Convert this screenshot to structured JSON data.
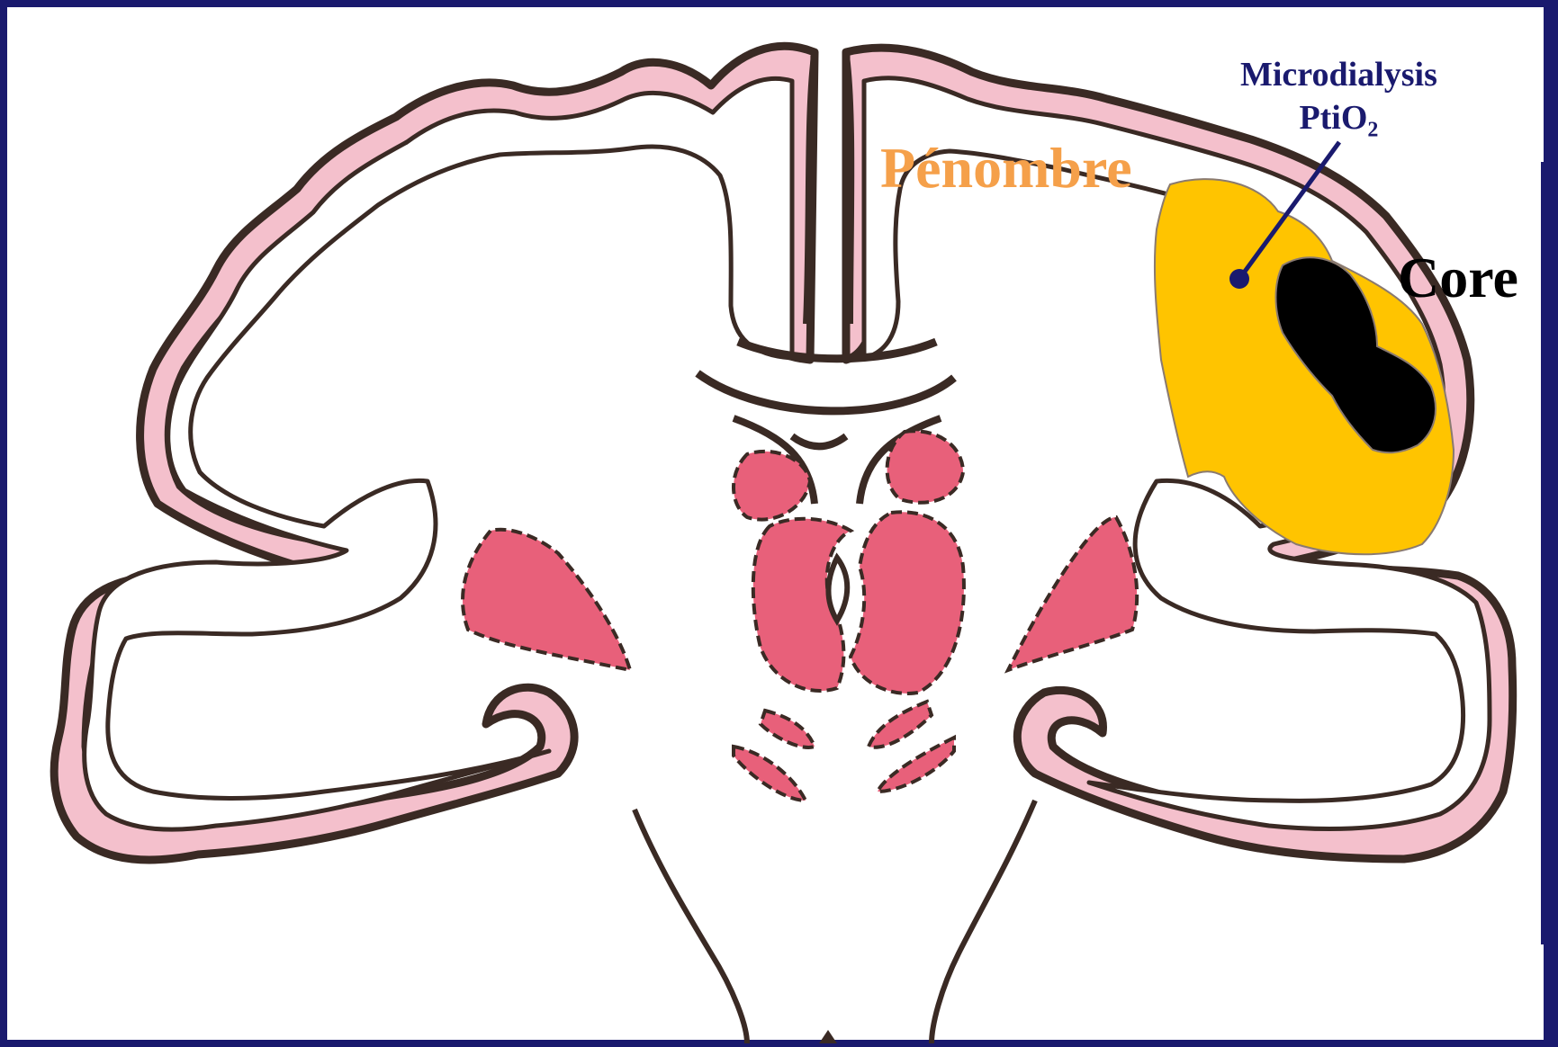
{
  "labels": {
    "penumbra": "Pénombre",
    "core": "Core",
    "probe_line1": "Microdialysis",
    "probe_line2_base": "PtiO",
    "probe_line2_sub": "2"
  },
  "colors": {
    "frame": "#1a1a6e",
    "background": "#ffffff",
    "outline": "#3a2a24",
    "cortex_pink": "#f4c0cc",
    "nuclei_pink": "#e8607a",
    "penumbra_fill": "#ffc400",
    "penumbra_text": "#f5a04a",
    "core_fill": "#000000",
    "probe_color": "#1a1a6e"
  }
}
